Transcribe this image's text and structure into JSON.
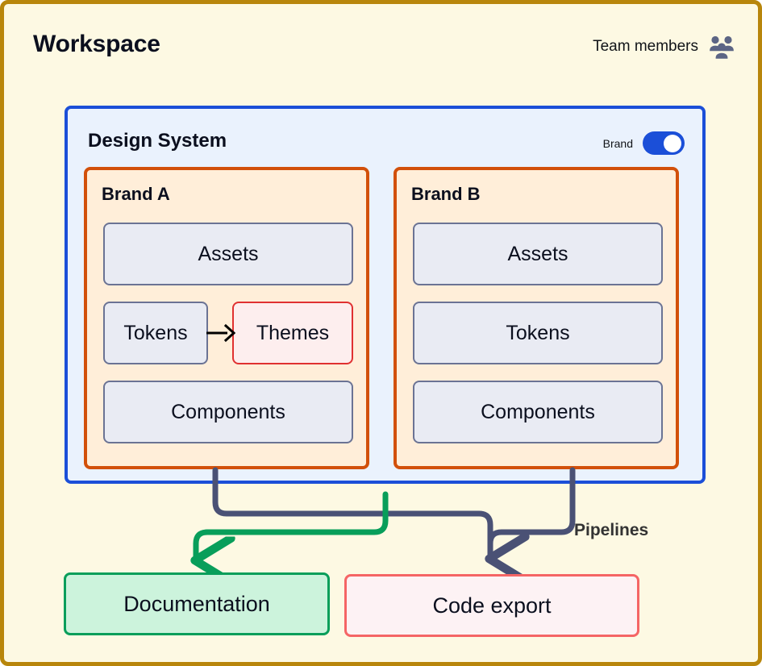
{
  "frame": {
    "border_color": "#b8860b",
    "background": "#fdf9e3"
  },
  "header": {
    "title": "Workspace",
    "team_members_label": "Team members",
    "team_members_icon": "people-group-icon",
    "icon_color": "#5c6584"
  },
  "design_system": {
    "title": "Design System",
    "panel_border_color": "#1b4fd8",
    "panel_background": "#eaf2fd",
    "toggle": {
      "label": "Brand",
      "state": "on",
      "on_color": "#1b4fd8",
      "knob_color": "#ffffff"
    },
    "brands": [
      {
        "title": "Brand A",
        "border_color": "#d2500a",
        "background": "#ffeed9",
        "nodes": [
          {
            "label": "Assets",
            "style": "gray"
          },
          {
            "label": "Tokens",
            "style": "gray"
          },
          {
            "label": "Themes",
            "style": "red"
          },
          {
            "label": "Components",
            "style": "gray"
          }
        ],
        "internal_arrow": {
          "from": "Tokens",
          "to": "Themes",
          "color": "#000000"
        }
      },
      {
        "title": "Brand B",
        "border_color": "#d2500a",
        "background": "#ffeed9",
        "nodes": [
          {
            "label": "Assets",
            "style": "gray"
          },
          {
            "label": "Tokens",
            "style": "gray"
          },
          {
            "label": "Components",
            "style": "gray"
          }
        ],
        "internal_arrow": null
      }
    ]
  },
  "pipelines": {
    "label": "Pipelines",
    "label_color": "#333333",
    "connectors": [
      {
        "name": "brand-a-to-code-export",
        "color": "#4a5175",
        "from": "Brand A",
        "to": "Code export"
      },
      {
        "name": "design-system-to-documentation",
        "color": "#089e5a",
        "from": "Design System",
        "to": "Documentation"
      },
      {
        "name": "brand-b-to-code-export",
        "color": "#4a5175",
        "from": "Brand B",
        "to": "Code export"
      }
    ]
  },
  "outputs": [
    {
      "label": "Documentation",
      "border_color": "#089e5a",
      "background": "#ccf3dc"
    },
    {
      "label": "Code export",
      "border_color": "#f56565",
      "background": "#fdf2f4"
    }
  ]
}
